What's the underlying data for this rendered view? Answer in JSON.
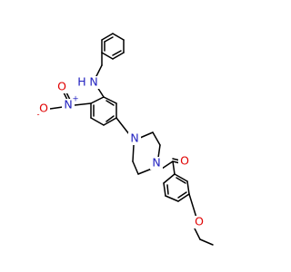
{
  "colors": {
    "carbon_bond": "#000000",
    "N": "#1f1fbf",
    "O": "#e00000",
    "background": "#ffffff"
  },
  "labels": {
    "benzyl_amine_N": "N",
    "benzyl_amine_H": "H",
    "nitro_N": "N",
    "nitro_N_charge": "+",
    "nitro_O_top": "O",
    "nitro_O_left": "O",
    "nitro_O_left_charge": "-",
    "piperazine_N_top": "N",
    "piperazine_N_bottom": "N",
    "carbonyl_O": "O",
    "ether_O": "O"
  }
}
